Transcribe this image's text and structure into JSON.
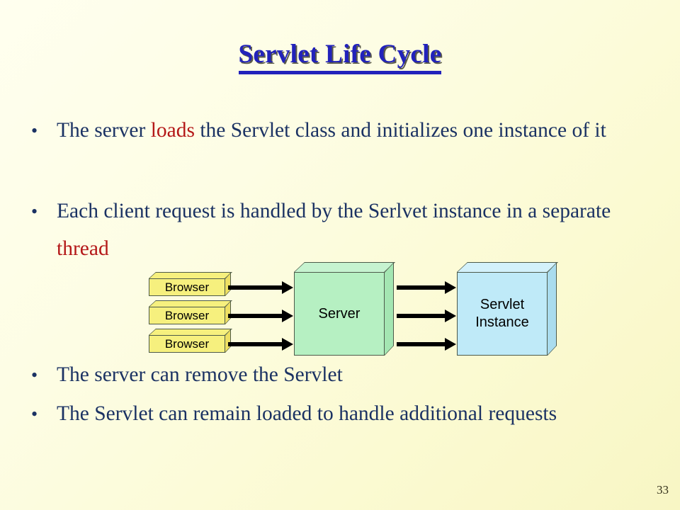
{
  "slide": {
    "title": "Servlet Life Cycle",
    "page_number": "33",
    "background_start_color": "#ffffef",
    "background_end_color": "#f8f6c4",
    "title_color": "#2222bb",
    "body_text_color": "#1b3263",
    "highlight_color": "#b41818"
  },
  "bullets": [
    {
      "marker": "•",
      "pre": "The server ",
      "highlight": "loads",
      "post": " the Servlet class and initializes one instance of it",
      "full_text": "The server loads the Servlet class and initializes one instance of it"
    },
    {
      "marker": "•",
      "pre": "Each client request is handled by the Serlvet instance in a separate ",
      "highlight": "thread",
      "post": "",
      "full_text": "Each client request is handled by the Serlvet instance in a separate thread"
    },
    {
      "marker": "•",
      "pre": "The server can remove the Servlet",
      "highlight": "",
      "post": "",
      "full_text": "The server can remove the Servlet"
    },
    {
      "marker": "•",
      "pre": "The Servlet can remain loaded to handle additional requests",
      "highlight": "",
      "post": "",
      "full_text": "The Servlet can remain loaded to handle additional requests"
    }
  ],
  "diagram": {
    "browsers": [
      {
        "label": "Browser"
      },
      {
        "label": "Browser"
      },
      {
        "label": "Browser"
      }
    ],
    "server": {
      "label": "Server",
      "fill_color": "#b6f0c2"
    },
    "servlet_instance": {
      "label_line_1": "Servlet",
      "label_line_2": "Instance",
      "fill_color": "#bfeaf8"
    },
    "browser_fill_color": "#f6f07e",
    "arrow_color": "#000000",
    "arrows_browser_to_server": 3,
    "arrows_server_to_servlet": 3
  }
}
